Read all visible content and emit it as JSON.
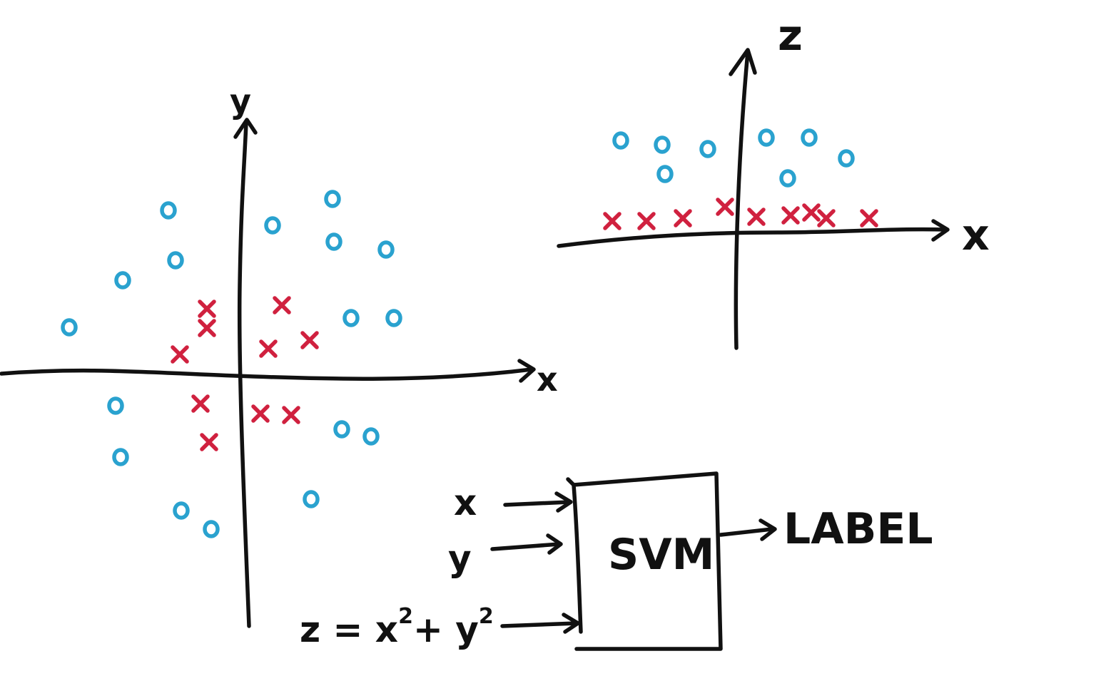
{
  "colors": {
    "circle_class": "#2aa2cf",
    "cross_class": "#d0213f",
    "ink": "#111111"
  },
  "left_plot": {
    "x_axis_label": "x",
    "y_axis_label": "y",
    "circles_marker": "o",
    "crosses_marker": "x"
  },
  "right_plot": {
    "x_axis_label": "x",
    "z_axis_label": "z"
  },
  "pipeline": {
    "inputs": [
      "x",
      "y",
      "z = x² + y²"
    ],
    "z_input": {
      "left": "z = x",
      "sup1": "2",
      "mid": "+ y",
      "sup2": "2"
    },
    "box_label": "SVM",
    "output_label": "LABEL"
  }
}
